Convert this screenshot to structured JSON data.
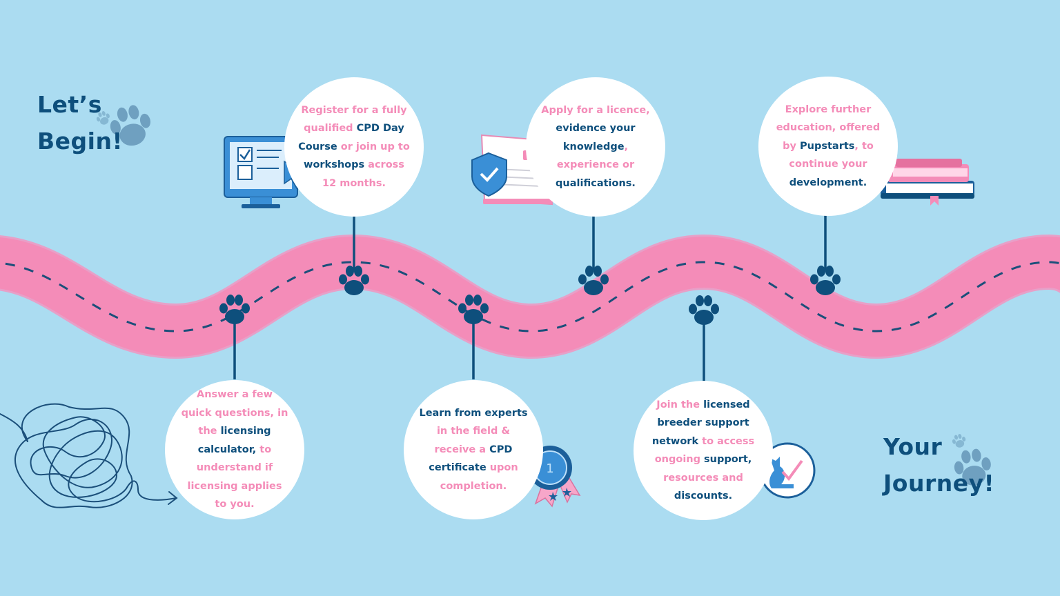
{
  "colors": {
    "background": "#abdcf1",
    "road": "#f48cb8",
    "navy": "#0e4f7c",
    "pink_text": "#f48cb8",
    "circle": "#ffffff"
  },
  "headings": {
    "start": [
      "Let’s",
      "Begin!"
    ],
    "end": [
      "Your",
      "Journey!"
    ]
  },
  "steps": {
    "s1": {
      "icon": "tangled-scribble-icon",
      "t1": "Answer a few",
      "t2": "quick questions, in",
      "t3": "the ",
      "t4": "licensing",
      "t5": "calculator,",
      "t6": " to",
      "t7": "understand if",
      "t8": "licensing applies",
      "t9": "to you."
    },
    "s2": {
      "icon": "checklist-monitor-icon",
      "t1": "Register for a fully",
      "t2": "qualified ",
      "t3": "CPD Day",
      "t4": "Course",
      "t5": " or join up to",
      "t6": "workshops",
      "t7": " across",
      "t8": "12 months."
    },
    "s3": {
      "icon": "award-rosette-icon",
      "t1": "Learn from experts",
      "t2": "in the field &",
      "t3": "receive a ",
      "t4": "CPD",
      "t5": "certificate",
      "t6": " upon",
      "t7": "completion."
    },
    "s4": {
      "icon": "shield-document-icon",
      "t1": "Apply for a licence,",
      "t2": "evidence your",
      "t3": "knowledge",
      "t4": ",",
      "t5": "experience or",
      "t6": "qualifications."
    },
    "s5": {
      "icon": "dog-checkmark-badge-icon",
      "t1": "Join the ",
      "t2": "licensed",
      "t3": "breeder support",
      "t4": "network",
      "t5": " to access",
      "t6": "ongoing",
      "t7": " support,",
      "t8": "resources and",
      "t9": "discounts."
    },
    "s6": {
      "icon": "stacked-books-icon",
      "t1": "Explore further",
      "t2": "education, offered",
      "t3": "by ",
      "t4": "Pupstarts",
      "t5": ", to",
      "t6": "continue your",
      "t7": "development."
    }
  }
}
